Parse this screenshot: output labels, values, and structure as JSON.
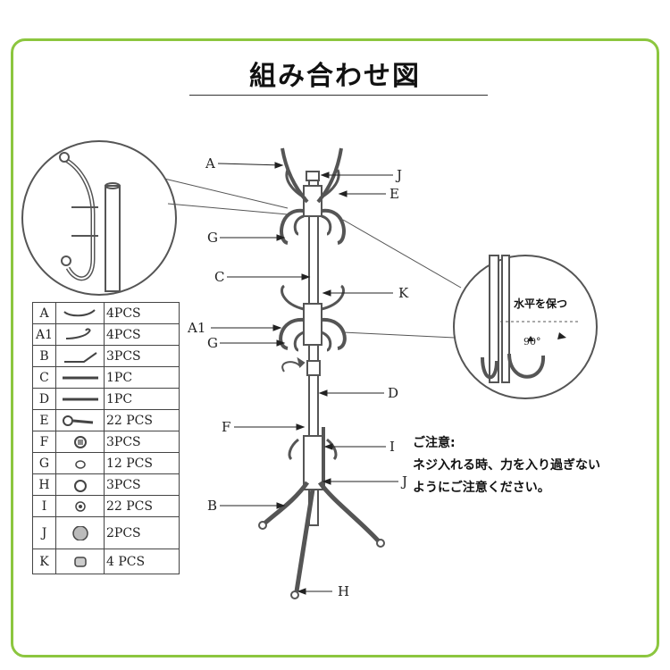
{
  "title": "組み合わせ図",
  "labels": {
    "A": "A",
    "J_top": "J",
    "E": "E",
    "G_top": "G",
    "C": "C",
    "K": "K",
    "A1": "A1",
    "G_mid": "G",
    "D": "D",
    "F": "F",
    "I": "I",
    "J_bottom": "J",
    "B": "B",
    "H": "H"
  },
  "level_note": "水平を保つ",
  "angle": "90°",
  "caution": {
    "heading": "ご注意:",
    "line1": "ネジ入れる時、力を入り過ぎない",
    "line2": "ようにご注意ください。"
  },
  "parts": [
    {
      "letter": "A",
      "icon": "hook-a-icon",
      "qty": "4PCS"
    },
    {
      "letter": "A1",
      "icon": "hook-a1-icon",
      "qty": "4PCS"
    },
    {
      "letter": "B",
      "icon": "leg-icon",
      "qty": "3PCS"
    },
    {
      "letter": "C",
      "icon": "pole-icon",
      "qty": "1PC"
    },
    {
      "letter": "D",
      "icon": "pole-icon",
      "qty": "1PC"
    },
    {
      "letter": "E",
      "icon": "screw-icon",
      "qty": "22 PCS"
    },
    {
      "letter": "F",
      "icon": "connector-icon",
      "qty": "3PCS"
    },
    {
      "letter": "G",
      "icon": "cap-icon",
      "qty": "12 PCS"
    },
    {
      "letter": "H",
      "icon": "foot-icon",
      "qty": "3PCS"
    },
    {
      "letter": "I",
      "icon": "nut-icon",
      "qty": "22 PCS"
    },
    {
      "letter": "J",
      "icon": "hub-icon",
      "qty": "2PCS"
    },
    {
      "letter": "K",
      "icon": "top-cap-icon",
      "qty": "4 PCS"
    }
  ]
}
